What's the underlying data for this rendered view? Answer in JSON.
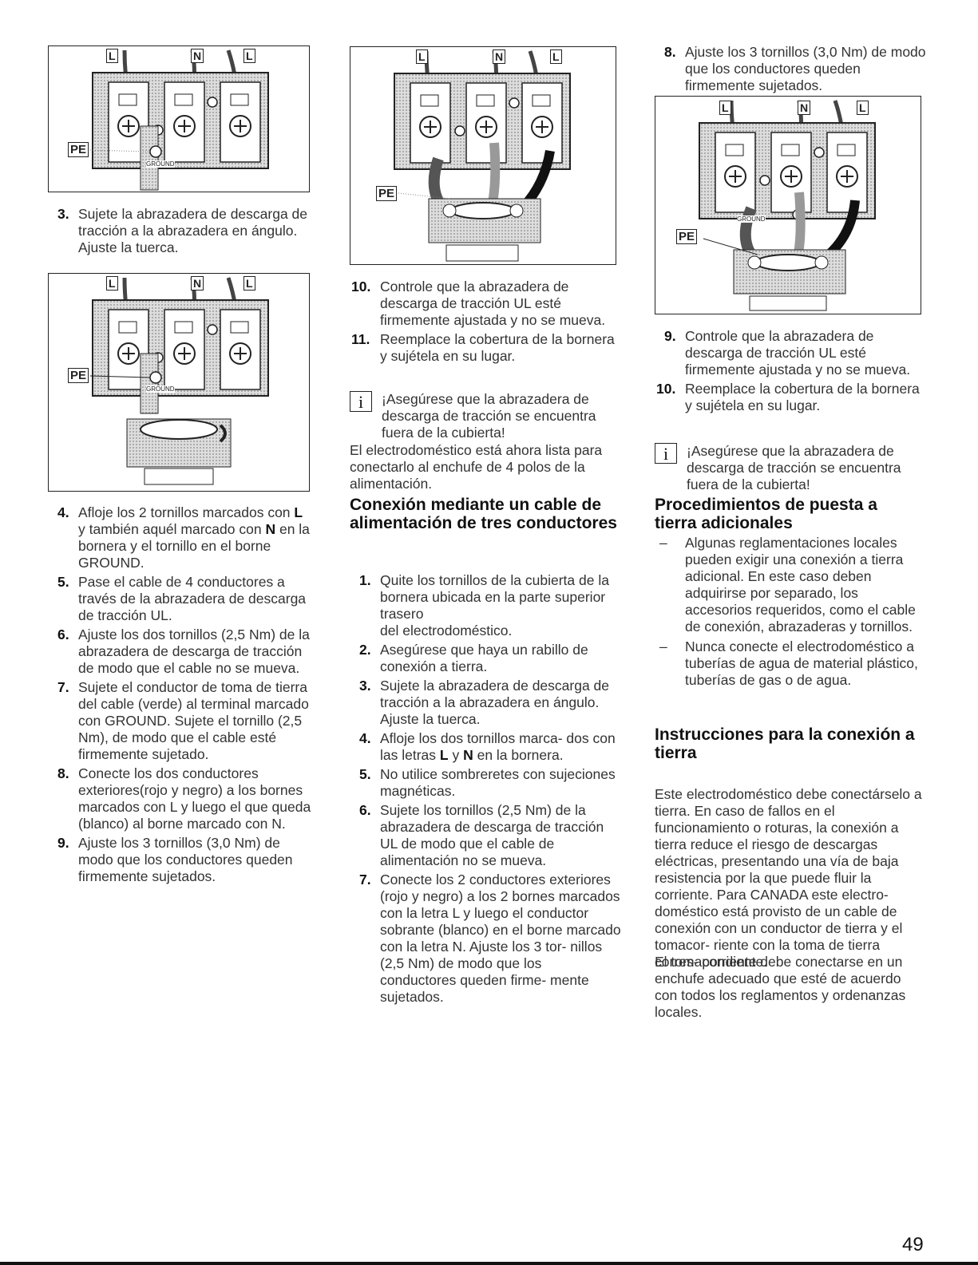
{
  "labels": {
    "L": "L",
    "N": "N",
    "PE": "PE",
    "GROUND": "GROUND",
    "info": "i"
  },
  "col1": {
    "step3": {
      "num": "3.",
      "text": "Sujete la abrazadera de descarga de tracción a la abrazadera en ángulo.",
      "text2": "Ajuste la tuerca."
    },
    "step4": {
      "num": "4.",
      "pre": "Afloje los 2 tornillos marcados con ",
      "L": "L",
      "mid": " y también aquél marcado con ",
      "N": "N",
      "post": " en la bornera y el tornillo en el borne GROUND."
    },
    "step5": {
      "num": "5.",
      "text": "Pase el cable de 4 conductores a través de la abrazadera de descarga de tracción UL."
    },
    "step6": {
      "num": "6.",
      "text": "Ajuste los dos tornillos (2,5 Nm) de la abrazadera de descarga de tracción de modo que el cable no se mueva."
    },
    "step7": {
      "num": "7.",
      "text": "Sujete el conductor de toma de tierra del cable (verde) al terminal marcado con GROUND. Sujete el tornillo (2,5 Nm), de modo que el cable esté firmemente sujetado."
    },
    "step8": {
      "num": "8.",
      "text": "Conecte los dos conductores exteriores(rojo y negro) a los bornes marcados con L y luego el que queda (blanco) al borne marcado con N."
    },
    "step9": {
      "num": "9.",
      "text": "Ajuste los 3 tornillos (3,0 Nm) de modo que los conductores queden firmemente sujetados."
    }
  },
  "col2": {
    "step10": {
      "num": "10.",
      "text": "Controle que la abrazadera de descarga de tracción UL esté firmemente ajustada y no se mueva."
    },
    "step11": {
      "num": "11.",
      "text": "Reemplace la cobertura de la bornera y sujétela en su lugar."
    },
    "note": "¡Asegúrese que la abrazadera de descarga de tracción se encuentra fuera de la cubierta!",
    "para": "El electrodoméstico está ahora lista para conectarlo al enchufe de 4 polos de la alimentación.",
    "heading": "Conexión mediante un cable de alimentación de tres conductores",
    "s1": {
      "num": "1.",
      "text": "Quite los tornillos de la cubierta de la bornera ubicada en la parte superior trasero",
      "text2": "del electrodoméstico."
    },
    "s2": {
      "num": "2.",
      "text": "Asegúrese que haya un rabillo de conexión a tierra."
    },
    "s3": {
      "num": "3.",
      "text": "Sujete la abrazadera de descarga de tracción a la abrazadera en ángulo.",
      "text2": "Ajuste la tuerca."
    },
    "s4": {
      "num": "4.",
      "pre": "Afloje los dos tornillos marca- dos con las letras ",
      "L": "L",
      "mid": " y ",
      "N": "N",
      "post": " en la bornera."
    },
    "s5": {
      "num": "5.",
      "text": "No utilice sombreretes con sujeciones magnéticas."
    },
    "s6": {
      "num": "6.",
      "text": "Sujete los tornillos (2,5 Nm) de la abrazadera de descarga de tracción UL de modo que el cable de alimentación no se mueva."
    },
    "s7": {
      "num": "7.",
      "text": "Conecte los 2 conductores exteriores (rojo y negro) a los 2 bornes marcados con la letra L y luego el conductor sobrante (blanco) en el borne marcado con la letra N. Ajuste los 3 tor- nillos (2,5 Nm) de modo que los conductores queden firme- mente sujetados."
    }
  },
  "col3": {
    "step8": {
      "num": "8.",
      "text": "Ajuste los 3 tornillos (3,0 Nm) de modo que los conductores queden firmemente sujetados."
    },
    "step9": {
      "num": "9.",
      "text": "Controle que la abrazadera de descarga de tracción UL esté firmemente ajustada y no se mueva."
    },
    "step10": {
      "num": "10.",
      "text": "Reemplace la cobertura de la bornera y sujétela en su lugar."
    },
    "note": "¡Asegúrese que la abrazadera de descarga de tracción se encuentra fuera de la cubierta!",
    "heading1": "Procedimientos de puesta a tierra adicionales",
    "dash1": "Algunas reglamentaciones locales pueden exigir una conexión a tierra adicional. En este caso deben adquirirse por separado, los accesorios requeridos, como el cable de conexión, abrazaderas y tornillos.",
    "dash2": "Nunca conecte el electrodoméstico a tuberías de agua de material plástico, tuberías de gas o de agua.",
    "dash_mark": "–",
    "heading2": "Instrucciones para la conexión a tierra",
    "para1": "Este electrodoméstico debe conectárselo a tierra. En caso de fallos en el funcionamiento o roturas, la conexión a tierra reduce el riesgo de descargas eléctricas, presentando una vía de baja resistencia por la que puede fluir la corriente. Para CANADA este electro- doméstico está provisto de un cable de conexión con un conductor de tierra y el tomacor- riente con la toma de tierra corres- pondiente.",
    "para2": "El tomacorriente debe conectarse en un enchufe adecuado que esté de acuerdo con todos los reglamentos y ordenanzas locales."
  },
  "page_number": "49"
}
